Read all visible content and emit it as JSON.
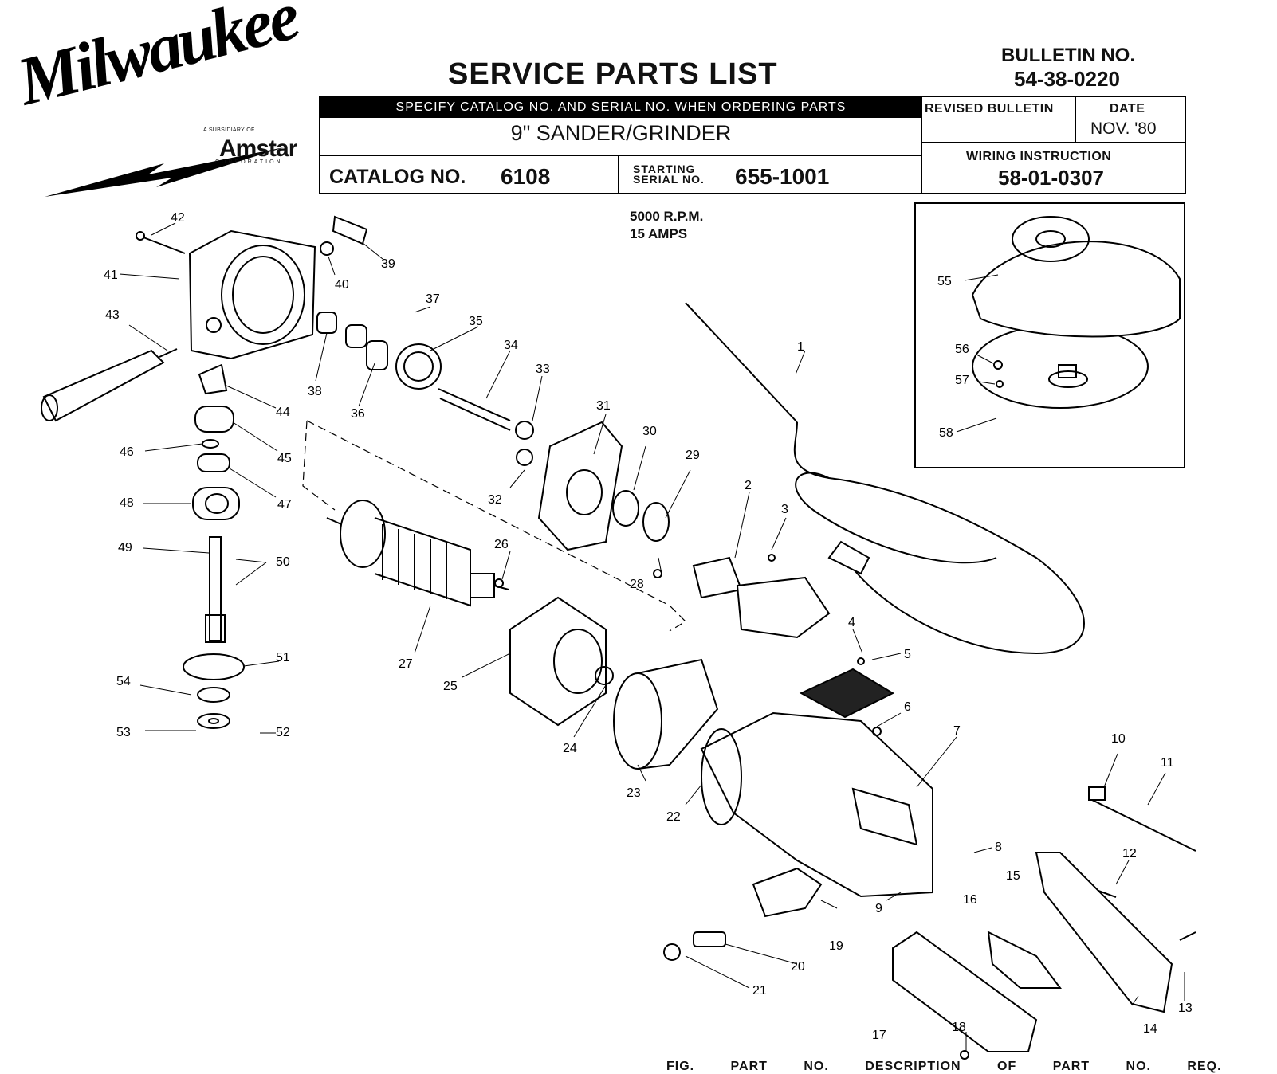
{
  "brand": {
    "logo_text": "Milwaukee",
    "subsidiary_text": "A SUBSIDIARY OF",
    "parent_name": "Amstar",
    "parent_suffix": "CORPORATION"
  },
  "header": {
    "title": "SERVICE PARTS LIST",
    "bulletin_label": "BULLETIN NO.",
    "bulletin_no": "54-38-0220",
    "specify_note": "SPECIFY CATALOG NO. AND SERIAL NO. WHEN ORDERING PARTS",
    "product_name": "9\" SANDER/GRINDER",
    "catalog_label": "CATALOG NO.",
    "catalog_no": "6108",
    "starting_label_1": "STARTING",
    "starting_label_2": "SERIAL NO.",
    "serial_no": "655-1001",
    "revised_label": "REVISED BULLETIN",
    "revised_value": "",
    "date_label": "DATE",
    "date_value": "NOV. '80",
    "wiring_label": "WIRING INSTRUCTION",
    "wiring_no": "58-01-0307"
  },
  "specs": {
    "rpm": "5000 R.P.M.",
    "amps": "15 AMPS"
  },
  "callouts": [
    "1",
    "2",
    "3",
    "4",
    "5",
    "6",
    "7",
    "8",
    "9",
    "10",
    "11",
    "12",
    "13",
    "14",
    "15",
    "16",
    "17",
    "18",
    "19",
    "20",
    "21",
    "22",
    "23",
    "24",
    "25",
    "26",
    "27",
    "28",
    "29",
    "30",
    "31",
    "32",
    "33",
    "34",
    "35",
    "36",
    "37",
    "38",
    "39",
    "40",
    "41",
    "42",
    "43",
    "44",
    "45",
    "46",
    "47",
    "48",
    "49",
    "50",
    "51",
    "52",
    "53",
    "54",
    "55",
    "56",
    "57",
    "58"
  ],
  "footer_strip": "FIG. PART NO. DESCRIPTION OF PART NO. REQ."
}
